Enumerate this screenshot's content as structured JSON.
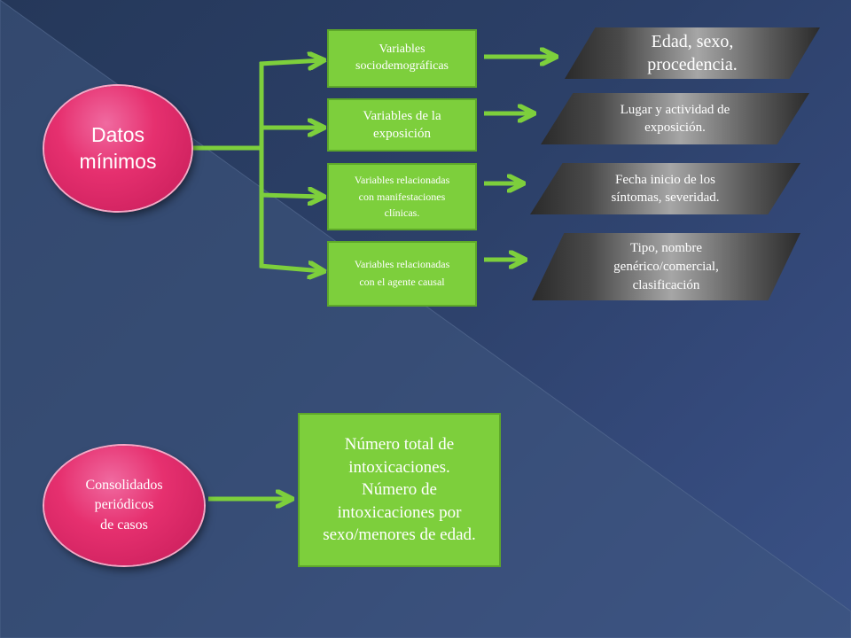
{
  "colors": {
    "background": "#2c4068",
    "ellipse_fill": "#e6306f",
    "box_fill": "#7dcf3c",
    "arrow": "#7dcf3c",
    "parallelogram_dark": "#2a2a2a",
    "parallelogram_light": "#a6a6a6",
    "text": "#ffffff"
  },
  "nodes": {
    "datos_minimos": {
      "line1": "Datos",
      "line2": "mínimos"
    },
    "variables": [
      {
        "id": "var-socio",
        "lines": [
          "Variables",
          "sociodemográficas"
        ]
      },
      {
        "id": "var-expo",
        "lines": [
          "Variables de la",
          "exposición"
        ]
      },
      {
        "id": "var-clin",
        "lines": [
          "Variables relacionadas",
          "con manifestaciones",
          "clínicas."
        ]
      },
      {
        "id": "var-agent",
        "lines": [
          "Variables relacionadas",
          "con el agente causal"
        ]
      }
    ],
    "outputs": [
      {
        "id": "para-edad",
        "lines": [
          "Edad, sexo,",
          "procedencia."
        ]
      },
      {
        "id": "para-lugar",
        "lines": [
          "Lugar y actividad de",
          "exposición."
        ]
      },
      {
        "id": "para-fecha",
        "lines": [
          "Fecha inicio de los",
          "síntomas, severidad."
        ]
      },
      {
        "id": "para-tipo",
        "lines": [
          "Tipo, nombre",
          "genérico/comercial,",
          "clasificación"
        ]
      }
    ],
    "consolidados": {
      "lines": [
        "Consolidados",
        "periódicos",
        "de casos"
      ]
    },
    "numero_total": {
      "lines": [
        "Número total de",
        "intoxicaciones.",
        "Número de",
        "intoxicaciones por",
        "sexo/menores de edad."
      ]
    }
  },
  "connectors": [
    {
      "from": "datos_minimos",
      "to": "branch"
    },
    {
      "from": "branch",
      "to": "var-socio"
    },
    {
      "from": "branch",
      "to": "var-expo"
    },
    {
      "from": "branch",
      "to": "var-clin"
    },
    {
      "from": "branch",
      "to": "var-agent"
    },
    {
      "from": "var-socio",
      "to": "para-edad"
    },
    {
      "from": "var-expo",
      "to": "para-lugar"
    },
    {
      "from": "var-clin",
      "to": "para-fecha"
    },
    {
      "from": "var-agent",
      "to": "para-tipo"
    },
    {
      "from": "consolidados",
      "to": "numero_total"
    }
  ]
}
